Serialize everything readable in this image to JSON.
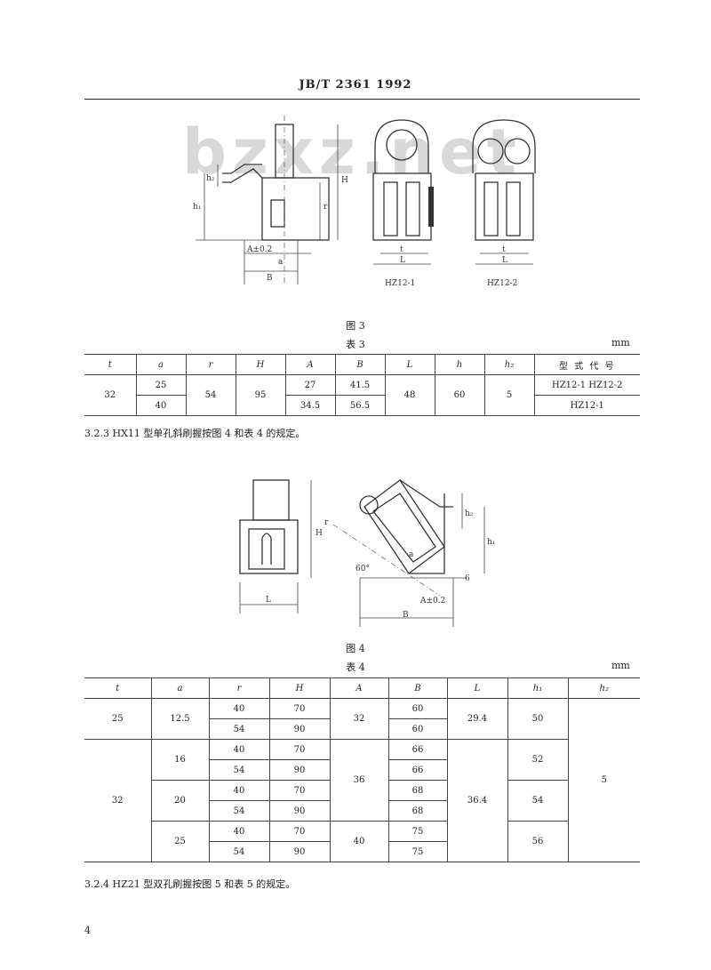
{
  "header": {
    "title": "JB/T 2361   1992"
  },
  "watermark": "bzxz.net",
  "figure3": {
    "caption": "图 3",
    "labels": {
      "h2": "h₂",
      "h1": "h₁",
      "H": "H",
      "r": "r",
      "A": "A±0.2",
      "a": "a",
      "B": "B",
      "t": "t",
      "L": "L"
    },
    "variants": [
      "HZ12-1",
      "HZ12-2"
    ]
  },
  "table3": {
    "caption": "表 3",
    "unit": "mm",
    "headers": [
      "t",
      "a",
      "r",
      "H",
      "A",
      "B",
      "L",
      "h",
      "h₂",
      "型 式 代 号"
    ],
    "cells": {
      "t": "32",
      "a1": "25",
      "a2": "40",
      "r": "54",
      "H": "95",
      "A1": "27",
      "A2": "34.5",
      "B1": "41.5",
      "B2": "56.5",
      "L": "48",
      "h": "60",
      "h2": "5",
      "code1": "HZ12-1   HZ12-2",
      "code2": "HZ12-1"
    }
  },
  "clause323": "3.2.3  HX11 型单孔斜刷握按图 4 和表 4 的规定。",
  "figure4": {
    "caption": "图 4",
    "labels": {
      "H": "H",
      "L": "L",
      "r": "r",
      "angle": "60°",
      "A": "A±0.2",
      "B": "B",
      "h1": "h₁",
      "h2": "h₂",
      "b": "6",
      "a": "a"
    }
  },
  "table4": {
    "caption": "表 4",
    "unit": "mm",
    "headers": [
      "t",
      "a",
      "r",
      "H",
      "A",
      "B",
      "L",
      "h₁",
      "h₂"
    ],
    "cells": {
      "t1": "25",
      "t2": "32",
      "a1": "12.5",
      "a2": "16",
      "a3": "20",
      "a4": "25",
      "r40": "40",
      "r54": "54",
      "H70": "70",
      "H90": "90",
      "A1": "32",
      "A2": "36",
      "A3": "40",
      "B": [
        "60",
        "60",
        "66",
        "66",
        "68",
        "68",
        "75",
        "75"
      ],
      "L1": "29.4",
      "L2": "36.4",
      "h1": [
        "50",
        "52",
        "54",
        "56"
      ],
      "h2": "5"
    }
  },
  "clause324": "3.2.4  HZ21 型双孔刷握按图 5 和表 5 的规定。",
  "page_number": "4"
}
